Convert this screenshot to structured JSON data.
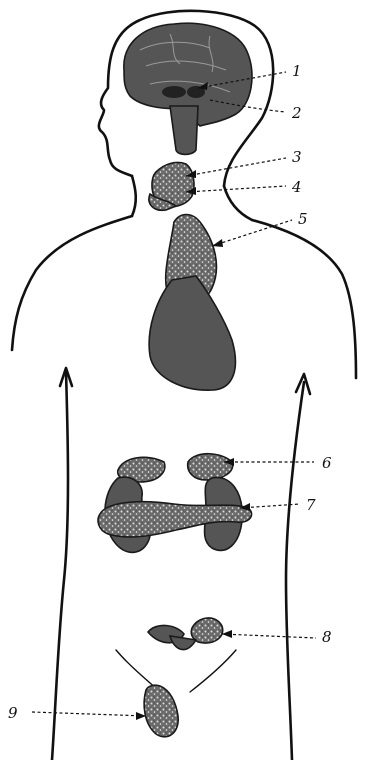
{
  "figure": {
    "type": "endocrine-system-diagram",
    "callouts": [
      {
        "id": "1",
        "label": "1",
        "structure": "pineal-gland"
      },
      {
        "id": "2",
        "label": "2",
        "structure": "pituitary-gland"
      },
      {
        "id": "3",
        "label": "3",
        "structure": "thyroid-gland"
      },
      {
        "id": "4",
        "label": "4",
        "structure": "parathyroid-glands"
      },
      {
        "id": "5",
        "label": "5",
        "structure": "thymus"
      },
      {
        "id": "6",
        "label": "6",
        "structure": "adrenal-glands"
      },
      {
        "id": "7",
        "label": "7",
        "structure": "pancreas"
      },
      {
        "id": "8",
        "label": "8",
        "structure": "ovaries"
      },
      {
        "id": "9",
        "label": "9",
        "structure": "testes"
      }
    ],
    "colors": {
      "ink": "#111111",
      "organ_fill": "#555555",
      "background": "#ffffff"
    }
  }
}
